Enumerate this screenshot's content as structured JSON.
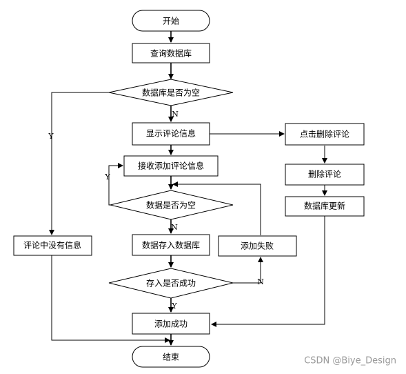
{
  "nodes": {
    "start": "开始",
    "query_db": "查询数据库",
    "db_empty_1": "数据库是否为空",
    "show_comments": "显示评论信息",
    "receive_comment": "接收添加评论信息",
    "db_empty_2": "数据是否为空",
    "save_db": "数据存入数据库",
    "save_success_q": "存入是否成功",
    "add_success": "添加成功",
    "end": "结束",
    "no_comments": "评论中没有信息",
    "click_delete": "点击删除评论",
    "delete_comment": "删除评论",
    "db_update": "数据库更新",
    "add_fail": "添加失败"
  },
  "edge_labels": {
    "n1": "N",
    "y1": "Y",
    "y2": "Y",
    "n2": "N",
    "n3": "N",
    "y3": "Y"
  },
  "watermark": "CSDN @Biye_Design"
}
